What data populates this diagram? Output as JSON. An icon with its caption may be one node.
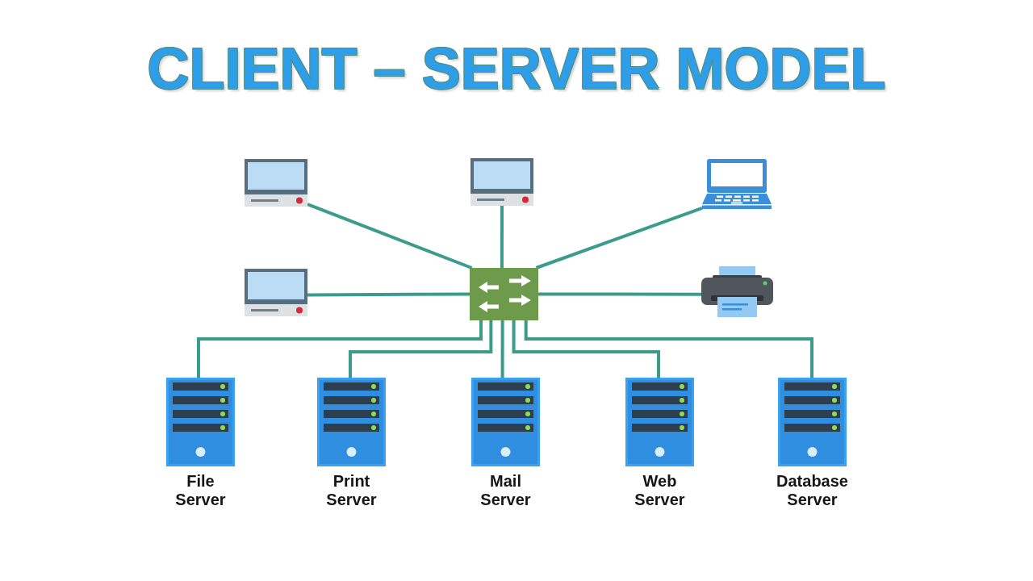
{
  "diagram": {
    "title": "CLIENT – SERVER MODEL",
    "nodes": [
      {
        "text": [],
        "shape": "computer"
      },
      {
        "text": [],
        "shape": "computer"
      },
      {
        "text": [],
        "shape": "laptop"
      },
      {
        "text": [],
        "shape": "computer"
      },
      {
        "text": [],
        "shape": "switch"
      },
      {
        "text": [],
        "shape": "printer"
      },
      {
        "text": [
          "File Server"
        ]
      },
      {
        "text": [
          "Print Server"
        ]
      },
      {
        "text": [
          "Mail Server"
        ]
      },
      {
        "text": [
          "Web Server"
        ]
      },
      {
        "text": [
          "Database Server"
        ]
      }
    ],
    "edges": [
      {
        "from": 4,
        "to": 0,
        "arrow": "none"
      },
      {
        "from": 4,
        "to": 1,
        "arrow": "none"
      },
      {
        "from": 4,
        "to": 2,
        "arrow": "none"
      },
      {
        "from": 4,
        "to": 3,
        "arrow": "none"
      },
      {
        "from": 4,
        "to": 5,
        "arrow": "none"
      },
      {
        "from": 4,
        "to": 6,
        "arrow": "none"
      },
      {
        "from": 4,
        "to": 7,
        "arrow": "none"
      },
      {
        "from": 4,
        "to": 8,
        "arrow": "none"
      },
      {
        "from": 4,
        "to": 9,
        "arrow": "none"
      },
      {
        "from": 4,
        "to": 10,
        "arrow": "none"
      }
    ]
  }
}
